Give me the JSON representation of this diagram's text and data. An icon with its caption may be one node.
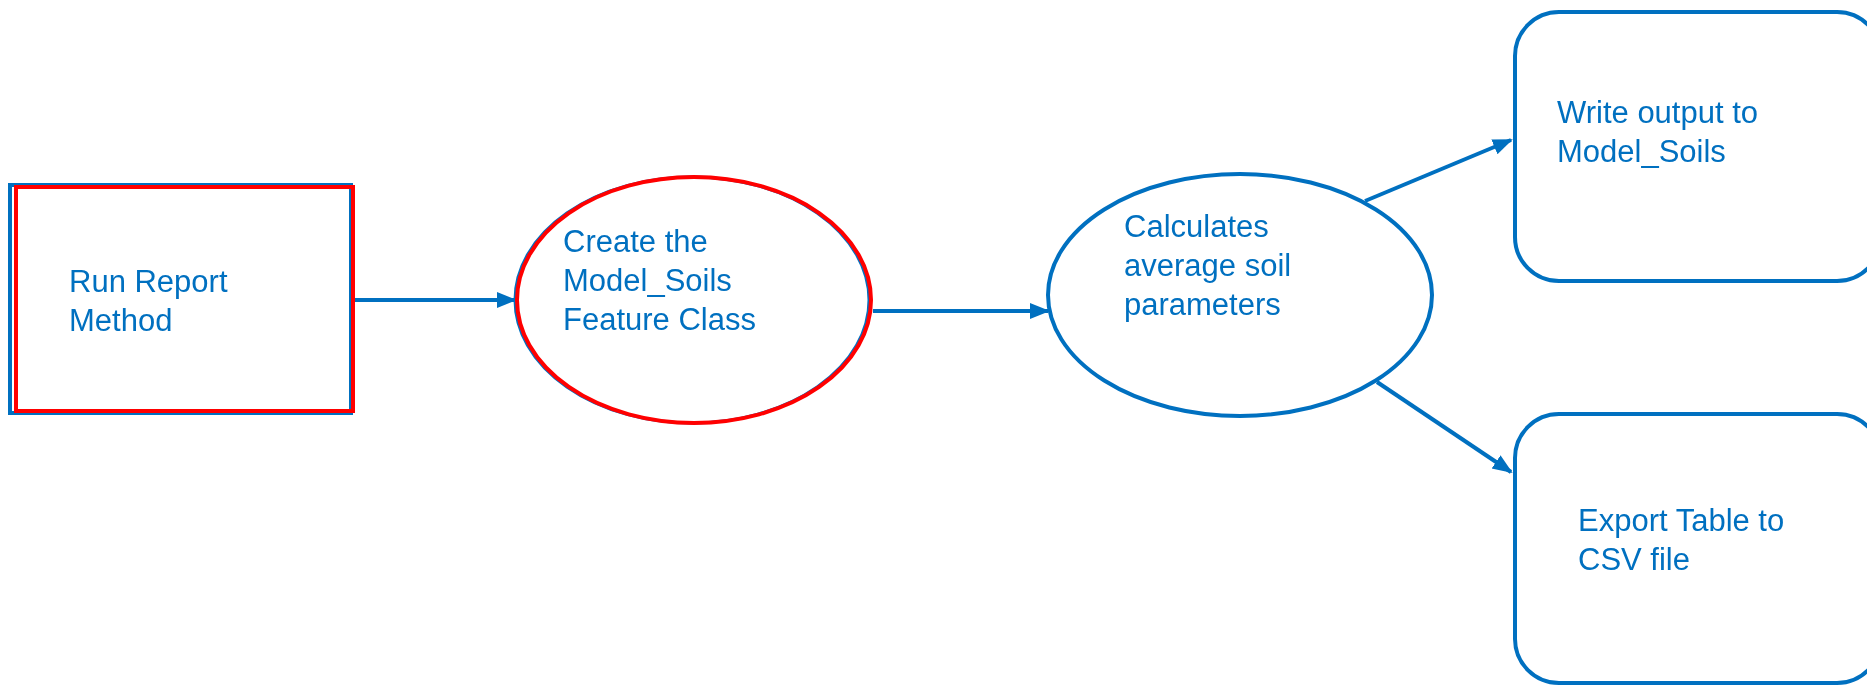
{
  "diagram": {
    "nodes": [
      {
        "text": [
          "Run Report Method"
        ]
      },
      {
        "text": [
          "Create the Model_Soils Feature Class"
        ]
      },
      {
        "text": [
          "Calculates average soil parameters"
        ]
      },
      {
        "text": [
          "Write output to Model_Soils"
        ]
      },
      {
        "text": [
          "Export Table to CSV file"
        ]
      }
    ],
    "edges": [
      {
        "from": 0,
        "to": 1,
        "arrow": "to"
      },
      {
        "from": 1,
        "to": 2,
        "arrow": "to"
      },
      {
        "from": 2,
        "to": 3,
        "arrow": "to"
      },
      {
        "from": 2,
        "to": 4,
        "arrow": "to"
      }
    ]
  }
}
